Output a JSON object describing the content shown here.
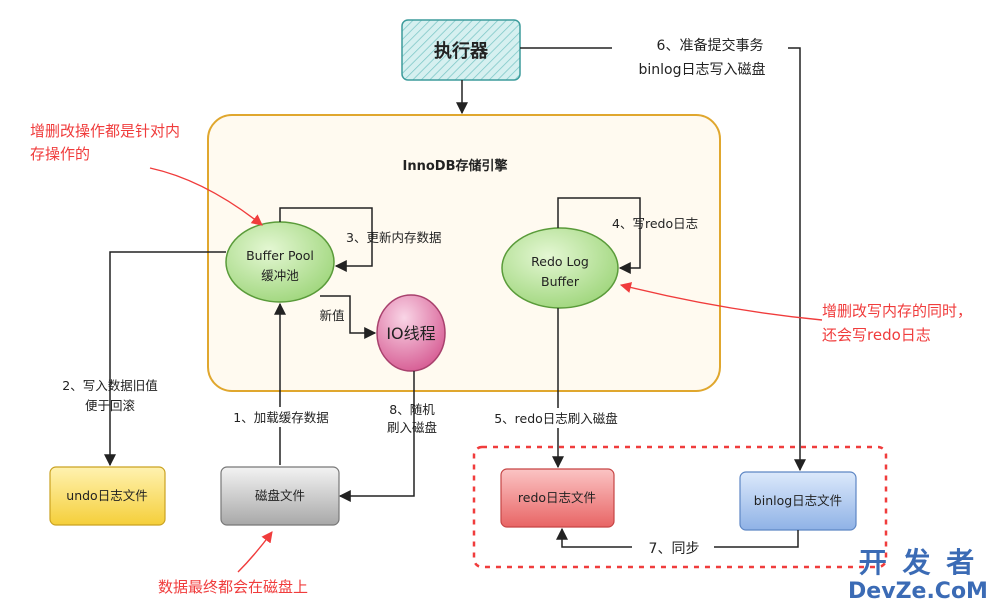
{
  "nodes": {
    "executor": "执行器",
    "innodb": "InnoDB存储引擎",
    "buffer_pool_line1": "Buffer Pool",
    "buffer_pool_line2": "缓冲池",
    "redo_buffer_line1": "Redo Log",
    "redo_buffer_line2": "Buffer",
    "io_thread": "IO线程",
    "undo_file": "undo日志文件",
    "disk_file": "磁盘文件",
    "redo_file": "redo日志文件",
    "binlog_file": "binlog日志文件"
  },
  "steps": {
    "s1": "1、加载缓存数据",
    "s2_line1": "2、写入数据旧值",
    "s2_line2": "便于回滚",
    "s3": "3、更新内存数据",
    "s4": "4、写redo日志",
    "s5": "5、redo日志刷入磁盘",
    "s6_line1": "6、准备提交事务",
    "s6_line2": "binlog日志写入磁盘",
    "s7": "7、同步",
    "s8_line1": "8、随机",
    "s8_line2": "刷入磁盘",
    "new_value": "新值"
  },
  "notes": {
    "note1_line1": "增删改操作都是针对内",
    "note1_line2": "存操作的",
    "note2_line1": "增删改写内存的同时，",
    "note2_line2": "还会写redo日志",
    "note3": "数据最终都会在磁盘上"
  },
  "watermark": {
    "line1": "开 发 者",
    "line2": "DevZe.CoM"
  },
  "colors": {
    "executor_fill": "#d6f0f0",
    "engine_border": "#e0a72e",
    "engine_fill": "#fffaf0",
    "green_node": "#b7e39a",
    "io_node": "#e17aa6",
    "undo_fill": "#ffe27a",
    "disk_fill": "#cfcfcf",
    "redo_file_fill": "#f28b8b",
    "binlog_fill": "#a9c6ef",
    "annotation": "#f03c3c",
    "watermark": "#3b6bb5"
  }
}
